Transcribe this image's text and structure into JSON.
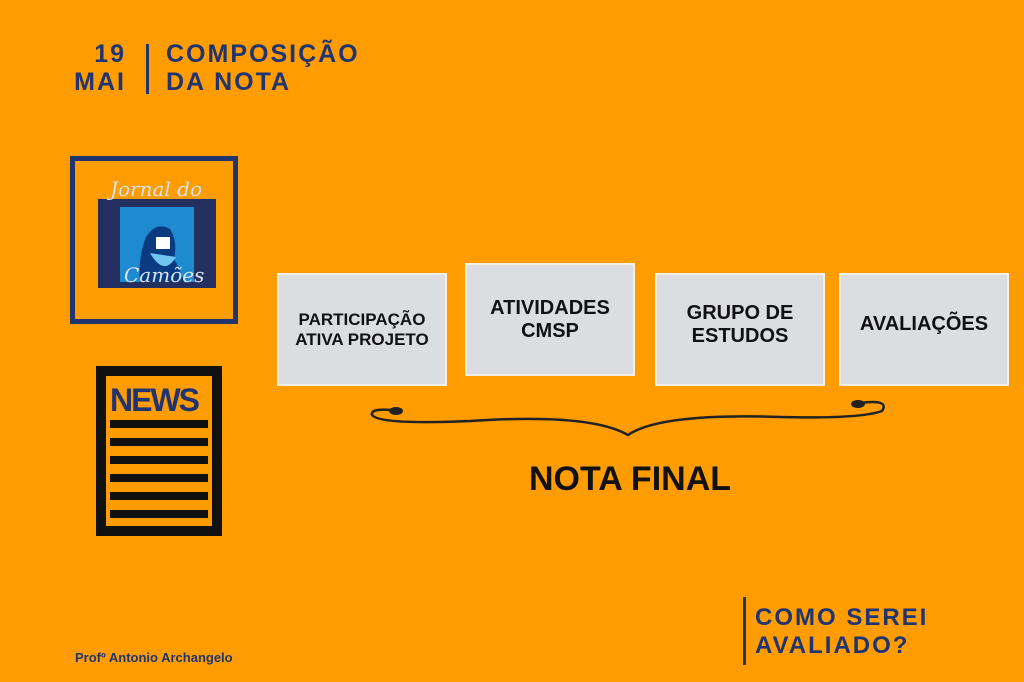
{
  "header": {
    "day": "19",
    "month": "MAI",
    "title_line1": "COMPOSIÇÃO",
    "title_line2": "DA NOTA"
  },
  "logo": {
    "text_top": "Jornal do",
    "text_bottom": "Camões"
  },
  "news_icon": {
    "label": "NEWS"
  },
  "components": [
    {
      "line1": "PARTICIPAÇÃO",
      "line2": "ATIVA PROJETO"
    },
    {
      "line1": "ATIVIDADES",
      "line2": "CMSP"
    },
    {
      "line1": "GRUPO DE",
      "line2": "ESTUDOS"
    },
    {
      "line1": "AVALIAÇÕES",
      "line2": ""
    }
  ],
  "result": "NOTA FINAL",
  "question": {
    "line1": "COMO SEREI",
    "line2": "AVALIADO?"
  },
  "author": "Profº Antonio Archangelo",
  "colors": {
    "background": "#FF9C00",
    "navy": "#1F3470",
    "box": "#DCDDE1"
  }
}
